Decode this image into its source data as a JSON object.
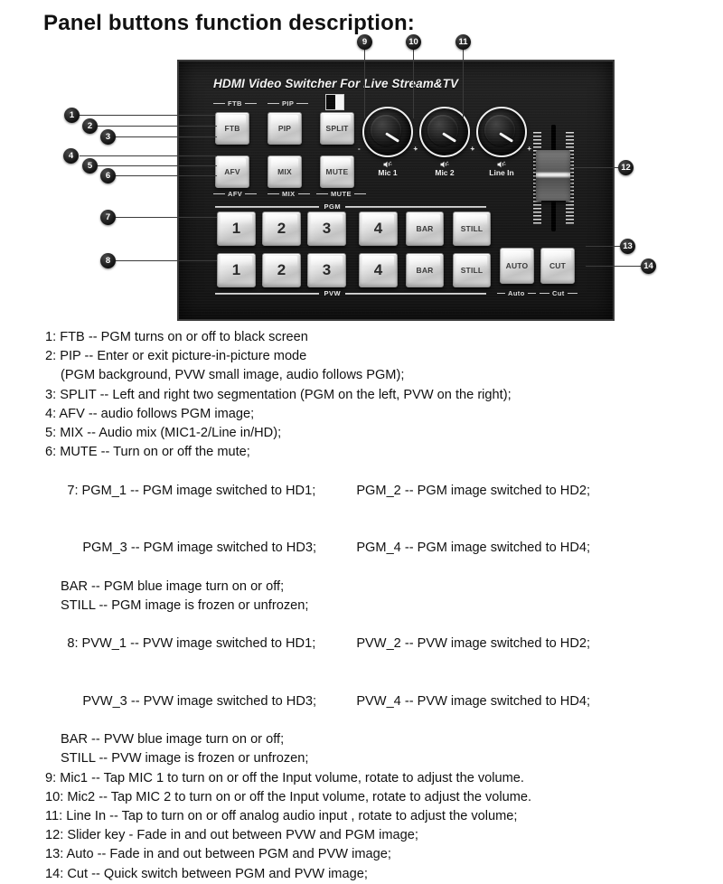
{
  "page": {
    "title": "Panel buttons function description:"
  },
  "device": {
    "brand": "HDMI Video Switcher For Live Stream&TV",
    "captions": {
      "ftb": "FTB",
      "pip": "PIP",
      "afv": "AFV",
      "mix": "MIX",
      "mute": "MUTE",
      "pgm": "PGM",
      "pvw": "PVW",
      "auto": "Auto",
      "cut": "Cut"
    },
    "top_buttons": [
      {
        "label": "FTB"
      },
      {
        "label": "PIP"
      },
      {
        "label": "SPLIT"
      }
    ],
    "second_buttons": [
      {
        "label": "AFV"
      },
      {
        "label": "MIX"
      },
      {
        "label": "MUTE"
      }
    ],
    "pgm_buttons": [
      {
        "label": "1"
      },
      {
        "label": "2"
      },
      {
        "label": "3"
      },
      {
        "label": "4"
      },
      {
        "label": "BAR"
      },
      {
        "label": "STILL"
      }
    ],
    "pvw_buttons": [
      {
        "label": "1"
      },
      {
        "label": "2"
      },
      {
        "label": "3"
      },
      {
        "label": "4"
      },
      {
        "label": "BAR"
      },
      {
        "label": "STILL"
      }
    ],
    "transition_buttons": [
      {
        "label": "AUTO"
      },
      {
        "label": "CUT"
      }
    ],
    "knobs": [
      {
        "label": "Mic 1",
        "minus": "-",
        "plus": "+"
      },
      {
        "label": "Mic 2",
        "minus": "-",
        "plus": "+"
      },
      {
        "label": "Line In",
        "minus": "-",
        "plus": "+"
      }
    ]
  },
  "callouts": [
    {
      "n": "1"
    },
    {
      "n": "2"
    },
    {
      "n": "3"
    },
    {
      "n": "4"
    },
    {
      "n": "5"
    },
    {
      "n": "6"
    },
    {
      "n": "7"
    },
    {
      "n": "8"
    },
    {
      "n": "9"
    },
    {
      "n": "10"
    },
    {
      "n": "11"
    },
    {
      "n": "12"
    },
    {
      "n": "13"
    },
    {
      "n": "14"
    }
  ],
  "description": {
    "l1": "1: FTB -- PGM turns on or off to black screen",
    "l2": "2: PIP -- Enter or exit picture-in-picture mode",
    "l3": "(PGM background, PVW small image, audio follows PGM);",
    "l4": "3: SPLIT -- Left and right two segmentation (PGM on the left, PVW on the right);",
    "l5": "4: AFV -- audio follows PGM image;",
    "l6": "5: MIX -- Audio mix (MIC1-2/Line in/HD);",
    "l7": "6: MUTE -- Turn on or off the mute;",
    "l8a": "7: PGM_1 -- PGM image switched to HD1;",
    "l8b": "PGM_2 -- PGM image switched to HD2;",
    "l9a": "PGM_3 -- PGM image switched to HD3;",
    "l9b": "PGM_4 -- PGM image switched to HD4;",
    "l10": "BAR -- PGM blue image turn on or off;",
    "l11": "STILL -- PGM image is frozen or unfrozen;",
    "l12a": "8: PVW_1 -- PVW image switched to HD1;",
    "l12b": "PVW_2 -- PVW image switched to HD2;",
    "l13a": "PVW_3 -- PVW image switched to HD3;",
    "l13b": "PVW_4 -- PVW image switched to HD4;",
    "l14": "BAR -- PVW blue image turn on or off;",
    "l15": "STILL -- PVW image is frozen or unfrozen;",
    "l16": "9: Mic1 -- Tap MIC 1 to turn on or off the Input volume, rotate to adjust the volume.",
    "l17": "10: Mic2 -- Tap MIC 2 to turn on or off the Input volume, rotate to adjust the volume.",
    "l18": "11: Line In -- Tap to turn on or off analog audio input , rotate to adjust the volume;",
    "l19": "12: Slider key - Fade in and out between PVW and PGM image;",
    "l20": "13: Auto -- Fade in and out between PGM and PVW image;",
    "l21": "14: Cut -- Quick switch between PGM and PVW image;"
  }
}
